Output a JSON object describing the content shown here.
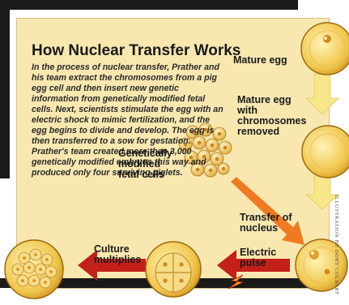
{
  "title": "How Nuclear Transfer Works",
  "description": "In the process of nuclear transfer, Prather and his team extract the chromosomes from a pig egg cell and then insert new genetic information from genetically modified fetal cells. Next, scientists stimulate the egg with an electric shock to mimic fertilization, and the egg begins to divide and develop. The egg is then transferred to a sow for gestation. Prather's team created more than 3,000 genetically modified embryos this way and produced only four surviving piglets.",
  "labels": {
    "mature_egg": "Mature egg",
    "mature_egg_removed": "Mature egg with chromosomes removed",
    "genetically_modified": "Genetically modified fetal cells",
    "transfer_nucleus": "Transfer of nucleus",
    "electric_pulse": "Electric pulse",
    "culture_multiplies": "Culture multiplies"
  },
  "credit": "ILLUSTRATION BY DORY COLBERT",
  "colors": {
    "accent_arrow": "#d9221a",
    "orange_arrow": "#ee7a22",
    "yellow_arrow": "#f7e68a",
    "background": "#f8e8b0"
  }
}
